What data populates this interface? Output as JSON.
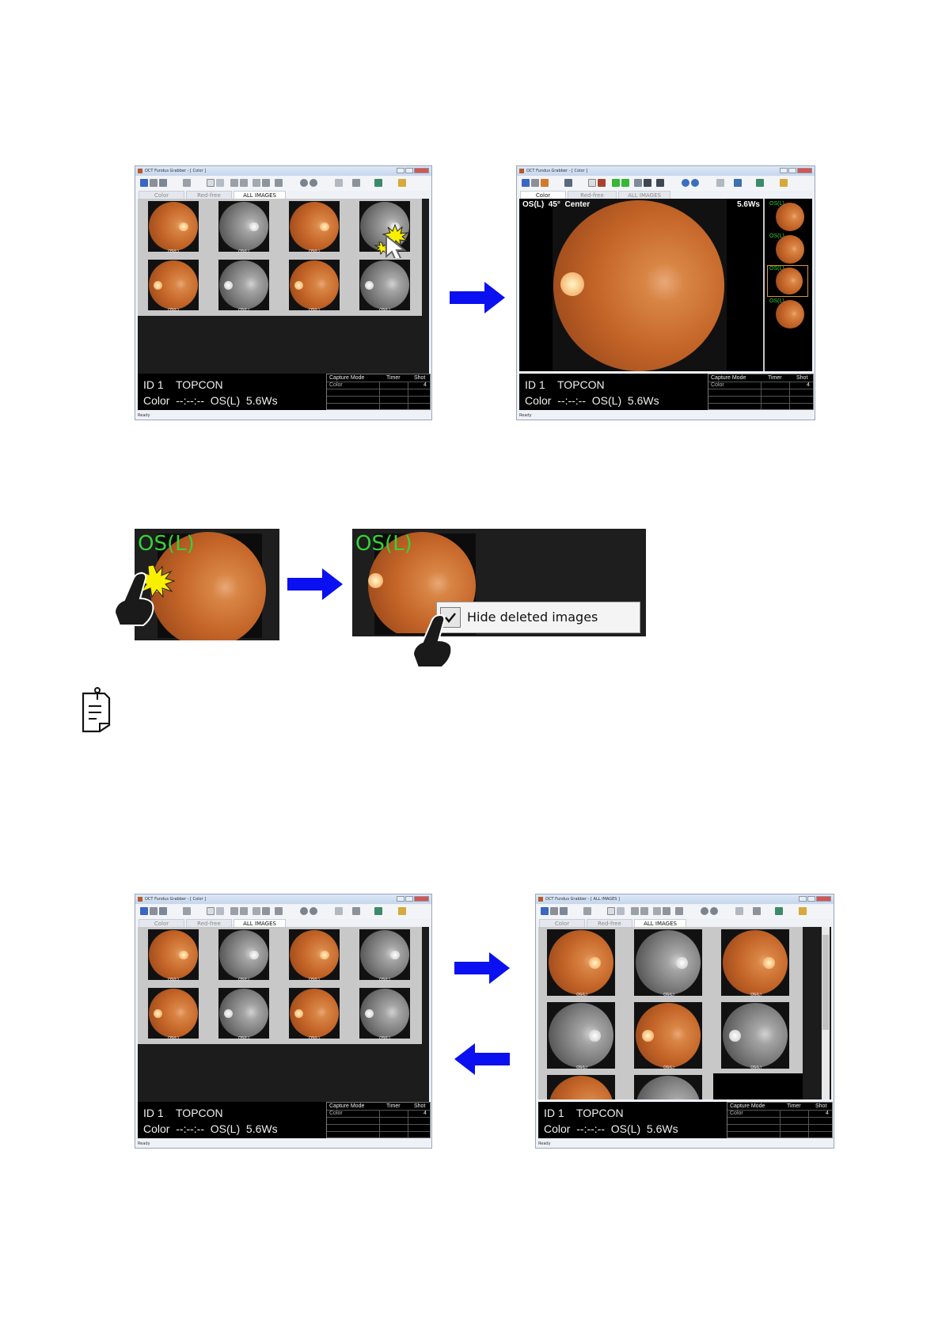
{
  "window": {
    "title_color": "OCT Fundus Grabber - [ Color ]",
    "title_all": "OCT Fundus Grabber - [ ALL IMAGES ]",
    "tabs": [
      "Color",
      "Red-free",
      "ALL IMAGES"
    ],
    "status": {
      "id_label": "ID",
      "id_value": "1",
      "name": "TOPCON",
      "mode": "Color",
      "time": "--:--:--",
      "eye": "OS(L)",
      "flash": "5.6Ws"
    },
    "capture_table": {
      "headers": [
        "Capture Mode",
        "Timer",
        "Shot"
      ],
      "row": [
        "Color",
        "",
        "4"
      ]
    },
    "status_bar": "Ready",
    "thumb_label": "OS(L)"
  },
  "viewer": {
    "eye": "OS(L)",
    "angle": "45°",
    "position": "Center",
    "flash": "5.6Ws",
    "side_labels": [
      "OS(L)",
      "OS(L)",
      "OS(L)",
      "OS(L)"
    ]
  },
  "zoom": {
    "eye_label": "OS(L)",
    "checkbox_label": "Hide deleted images",
    "checkbox_checked": true
  },
  "colors": {
    "arrow": "#0a10f0",
    "eye_label": "#36d236",
    "starburst": "#f8f000"
  },
  "icons": [
    "save-icon",
    "print-icon",
    "export-icon",
    "delete-icon",
    "fit-icon",
    "scale-icon",
    "back-icon",
    "forward-icon",
    "undo-icon",
    "contrast-icon",
    "brightness-icon",
    "zoom-in-icon",
    "zoom-out-icon",
    "tile-icon",
    "layout-icon",
    "monitor-icon",
    "exit-icon"
  ]
}
